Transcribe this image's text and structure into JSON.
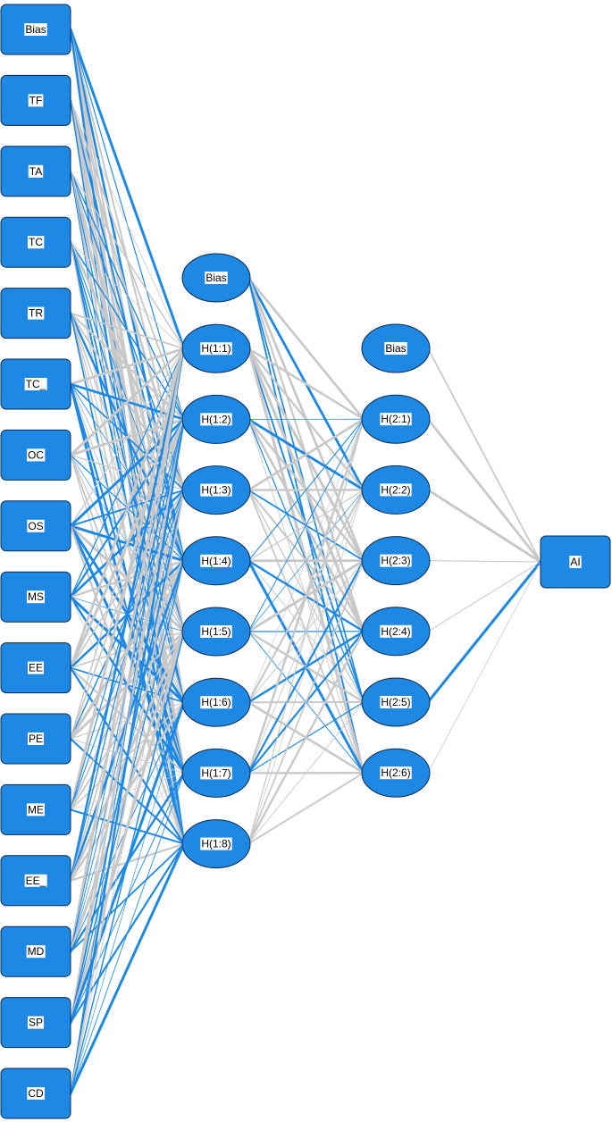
{
  "network": {
    "input_nodes": [
      "Bias",
      "TF",
      "TA",
      "TC",
      "TR",
      "TC_",
      "OC",
      "OS",
      "MS",
      "EE",
      "PE",
      "ME",
      "EE_",
      "MD",
      "SP",
      "CD"
    ],
    "hidden1_nodes": [
      "Bias",
      "H(1:1)",
      "H(1:2)",
      "H(1:3)",
      "H(1:4)",
      "H(1:5)",
      "H(1:6)",
      "H(1:7)",
      "H(1:8)"
    ],
    "hidden2_nodes": [
      "Bias",
      "H(2:1)",
      "H(2:2)",
      "H(2:3)",
      "H(2:4)",
      "H(2:5)",
      "H(2:6)"
    ],
    "output_nodes": [
      "AI"
    ]
  },
  "colors": {
    "node_fill": "#1e88e5",
    "node_stroke": "#0d2a4a",
    "positive_weight": "#1e88e5",
    "negative_weight": "#c8c8c8",
    "label_box": "#ffffff",
    "label_text": "#000000"
  }
}
